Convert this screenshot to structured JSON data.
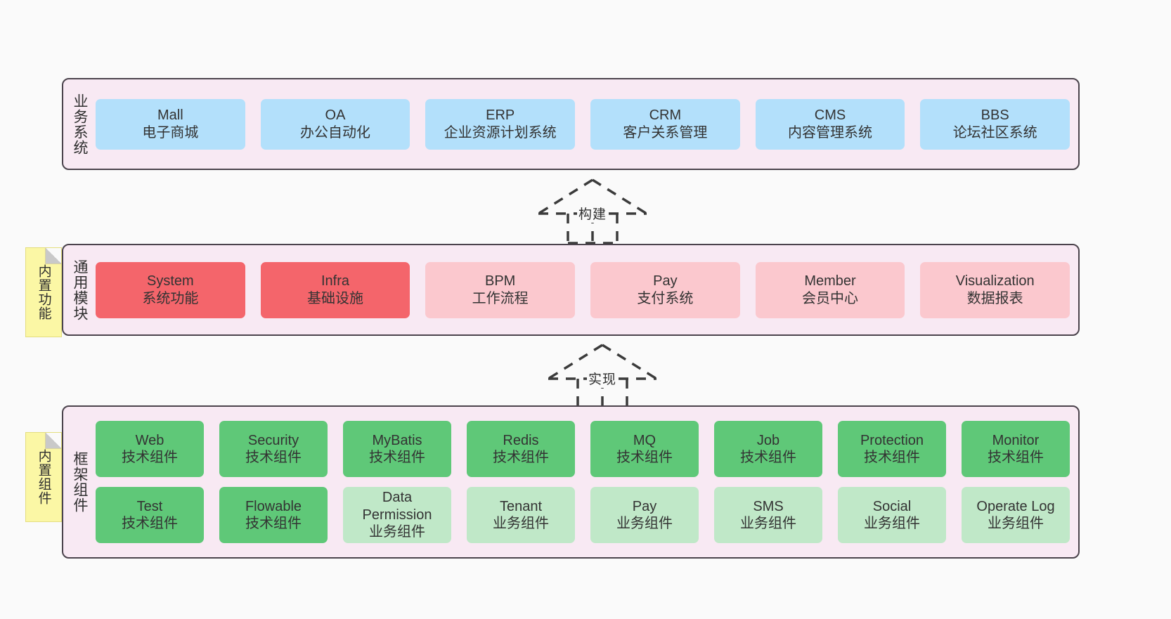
{
  "diagram": {
    "background": "#fafafa",
    "layer_border_color": "#4b434c",
    "layer_bg_color": "#f8e9f3",
    "note_color": "#fbf7a5",
    "colors": {
      "business_card": "#b3e0fb",
      "module_core": "#f4656b",
      "module_optional": "#fbc8ce",
      "component_tech": "#5fc878",
      "component_business": "#c0e8c8"
    }
  },
  "layers": {
    "business": {
      "title": "业务系统",
      "rows": [
        [
          {
            "en": "Mall",
            "cn": "电子商城",
            "style": "blue"
          },
          {
            "en": "OA",
            "cn": "办公自动化",
            "style": "blue"
          },
          {
            "en": "ERP",
            "cn": "企业资源计划系统",
            "style": "blue"
          },
          {
            "en": "CRM",
            "cn": "客户关系管理",
            "style": "blue"
          },
          {
            "en": "CMS",
            "cn": "内容管理系统",
            "style": "blue"
          },
          {
            "en": "BBS",
            "cn": "论坛社区系统",
            "style": "blue"
          }
        ]
      ]
    },
    "modules": {
      "title": "通用模块",
      "note": "内置功能",
      "rows": [
        [
          {
            "en": "System",
            "cn": "系统功能",
            "style": "red-strong"
          },
          {
            "en": "Infra",
            "cn": "基础设施",
            "style": "red-strong"
          },
          {
            "en": "BPM",
            "cn": "工作流程",
            "style": "red-soft"
          },
          {
            "en": "Pay",
            "cn": "支付系统",
            "style": "red-soft"
          },
          {
            "en": "Member",
            "cn": "会员中心",
            "style": "red-soft"
          },
          {
            "en": "Visualization",
            "cn": "数据报表",
            "style": "red-soft"
          }
        ]
      ]
    },
    "framework": {
      "title": "框架组件",
      "note": "内置组件",
      "rows": [
        [
          {
            "en": "Web",
            "cn": "技术组件",
            "style": "green-strong"
          },
          {
            "en": "Security",
            "cn": "技术组件",
            "style": "green-strong"
          },
          {
            "en": "MyBatis",
            "cn": "技术组件",
            "style": "green-strong"
          },
          {
            "en": "Redis",
            "cn": "技术组件",
            "style": "green-strong"
          },
          {
            "en": "MQ",
            "cn": "技术组件",
            "style": "green-strong"
          },
          {
            "en": "Job",
            "cn": "技术组件",
            "style": "green-strong"
          },
          {
            "en": "Protection",
            "cn": "技术组件",
            "style": "green-strong"
          },
          {
            "en": "Monitor",
            "cn": "技术组件",
            "style": "green-strong"
          }
        ],
        [
          {
            "en": "Test",
            "cn": "技术组件",
            "style": "green-strong"
          },
          {
            "en": "Flowable",
            "cn": "技术组件",
            "style": "green-strong"
          },
          {
            "en": "Data Permission",
            "cn": "业务组件",
            "style": "green-soft"
          },
          {
            "en": "Tenant",
            "cn": "业务组件",
            "style": "green-soft"
          },
          {
            "en": "Pay",
            "cn": "业务组件",
            "style": "green-soft"
          },
          {
            "en": "SMS",
            "cn": "业务组件",
            "style": "green-soft"
          },
          {
            "en": "Social",
            "cn": "业务组件",
            "style": "green-soft"
          },
          {
            "en": "Operate Log",
            "cn": "业务组件",
            "style": "green-soft"
          }
        ]
      ]
    }
  },
  "connectors": [
    {
      "id": "build",
      "label": "构建",
      "from": "通用模块",
      "to": "业务系统"
    },
    {
      "id": "realize",
      "label": "实现",
      "from": "框架组件",
      "to": "通用模块"
    }
  ]
}
